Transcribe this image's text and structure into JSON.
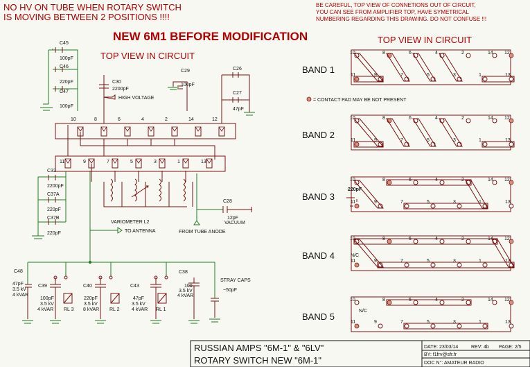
{
  "warnings": {
    "left": [
      "NO HV ON TUBE WHEN ROTARY SWITCH",
      "IS MOVING BETWEEN 2 POSITIONS !!!!"
    ],
    "right": [
      "BE CAREFUL, TOP VIEW OF CONNETIONS OUT OF CIRCUIT,",
      "YOU CAN SEE FROM AMPLIFIER TOP, HAVE SYMETRICAL",
      "NUMBERING REGARDING THIS DRAWING. DO NOT CONFUSE !!!"
    ]
  },
  "title": "NEW 6M1 BEFORE MODIFICATION",
  "headers": {
    "left": "TOP VIEW IN CIRCUIT",
    "right": "TOP VIEW IN CIRCUIT"
  },
  "contact_note": "= CONTACT PAD MAY BE NOT PRESENT",
  "components": {
    "C45": {
      "name": "C45",
      "value": "100pF"
    },
    "C46": {
      "name": "C46",
      "value": "220pF"
    },
    "C47": {
      "name": "C47",
      "value": "100pF"
    },
    "C30": {
      "name": "C30",
      "value": "2200pF"
    },
    "C29": {
      "name": "C29",
      "value": "100pF"
    },
    "C26": {
      "name": "C26",
      "value": ""
    },
    "C27": {
      "name": "C27",
      "value": "47pF"
    },
    "C32": {
      "name": "C32",
      "value": "2200pF"
    },
    "C37A": {
      "name": "C37A",
      "value": "220pF"
    },
    "C37B": {
      "name": "C37B",
      "value": "220pF"
    },
    "C28": {
      "name": "C28",
      "value": "12pF",
      "extra": "VACUUM"
    },
    "C48": {
      "name": "C48",
      "lines": [
        "47pF",
        "3.5 kV",
        "4 kVAR"
      ]
    },
    "C39": {
      "name": "C39",
      "lines": [
        "100pF",
        "3.5 kV",
        "4 kVAR"
      ]
    },
    "C40": {
      "name": "C40",
      "lines": [
        "220pF",
        "3.5 kV",
        "8 kVAR"
      ]
    },
    "C43": {
      "name": "C43",
      "lines": [
        "47pF",
        "3.5 kV",
        "4 kVAR"
      ]
    },
    "C38": {
      "name": "C38",
      "lines": [
        "100",
        "3.5 kV",
        "4 kVAR"
      ]
    }
  },
  "labels": {
    "high_voltage": "HIGH VOLTAGE",
    "variometer": "VARIOMETER L2",
    "to_antenna": "TO ANTENNA",
    "from_tube": "FROM TUBE ANODE",
    "stray_caps": "STRAY CAPS",
    "stray_value": "~50pF",
    "rl3": "RL 3",
    "rl2": "RL 2",
    "rl1": "RL 1"
  },
  "switch_pins_top": [
    "10",
    "8",
    "6",
    "4",
    "2",
    "14",
    "12"
  ],
  "switch_pins_bottom": [
    "11",
    "9",
    "7",
    "5",
    "3",
    "1",
    "13"
  ],
  "bands": [
    {
      "label": "BAND 1",
      "extra": ""
    },
    {
      "label": "BAND 2",
      "extra": ""
    },
    {
      "label": "BAND 3",
      "extra": "220pF"
    },
    {
      "label": "BAND 4",
      "extra": "N/C"
    },
    {
      "label": "BAND 5",
      "extra": "N/C"
    }
  ],
  "title_block": {
    "line1": "RUSSIAN AMPS \"6M-1\" & \"6LV\"",
    "line2": "ROTARY SWITCH NEW \"6M-1\"",
    "date": "DATE: 23/03/14",
    "rev": "REV: 4b",
    "page": "PAGE: 2/5",
    "by": "BY: f1frv@sfr.fr",
    "doc": "DOC N°: AMATEUR RADIO"
  }
}
